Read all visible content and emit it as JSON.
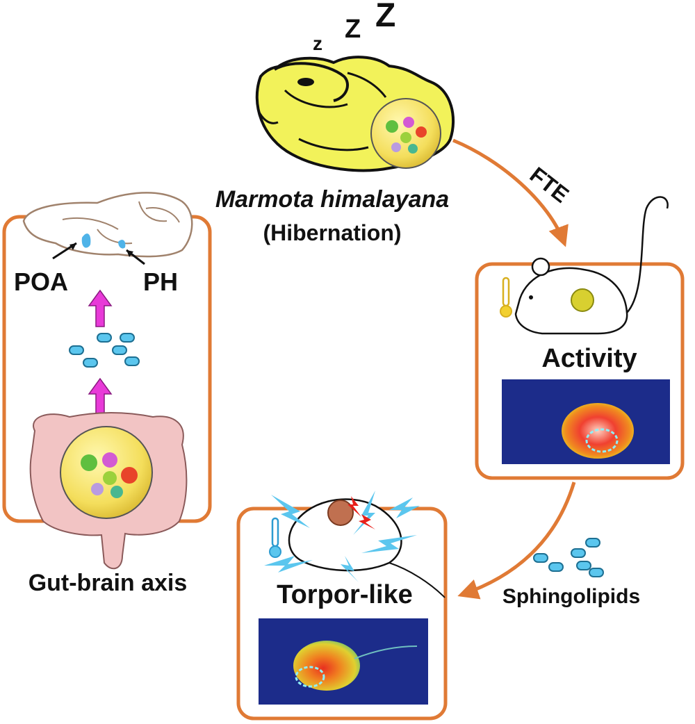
{
  "snore": {
    "z1": "z",
    "z2": "Z",
    "z3": "Z"
  },
  "marmot": {
    "species": "Marmota himalayana",
    "state": "(Hibernation)"
  },
  "transfer_label": "FTE",
  "brain": {
    "region_left": "POA",
    "region_right": "PH"
  },
  "gut_brain_label": "Gut-brain axis",
  "activity_label": "Activity",
  "torpor_label": "Torpor-like",
  "metabolite_label": "Sphingolipids",
  "colors": {
    "box_border": "#e07a35",
    "arrow": "#e07a35",
    "magenta_arrow": "#e83ad8",
    "metabolite": "#5bc6ee",
    "marmot": "#f2f25a",
    "gut_pink": "#f2c4c4",
    "gut_ball": "#f6e57a",
    "thermal_bg": "#1c2c8a"
  },
  "icons": [
    "thermometer-warm-icon",
    "thermometer-cold-icon",
    "microbe-icon",
    "lightning-icon"
  ]
}
